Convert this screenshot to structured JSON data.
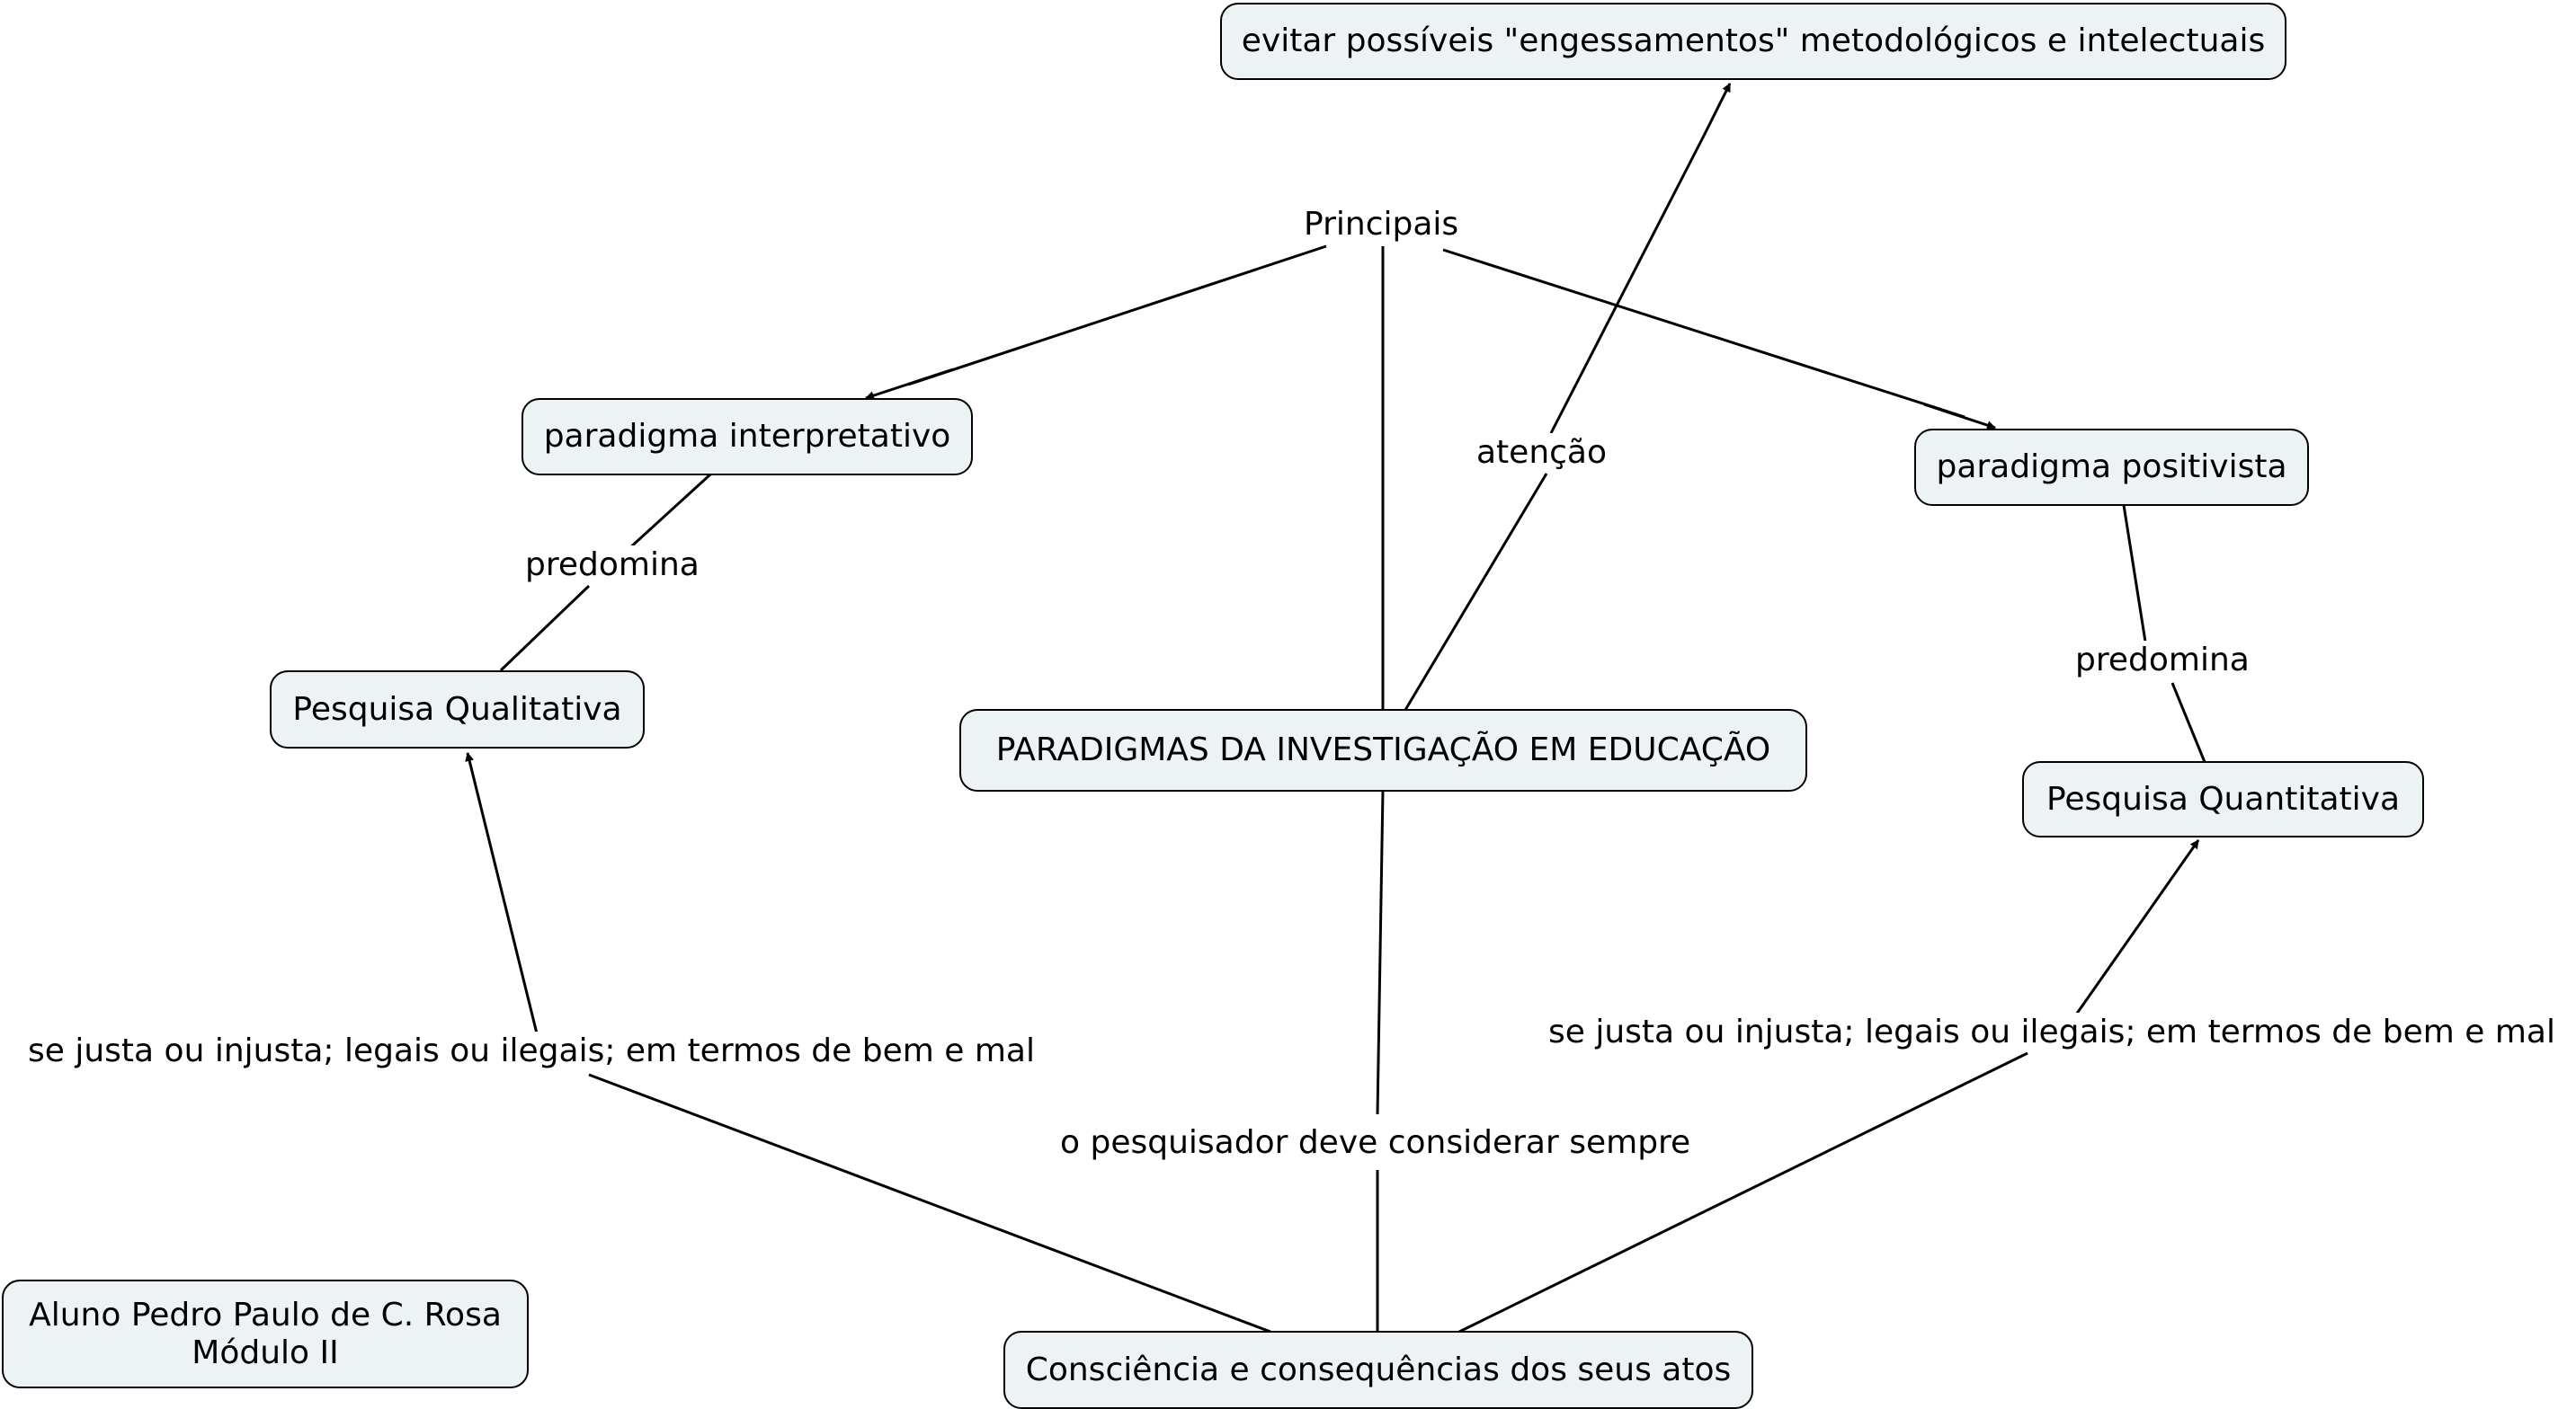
{
  "concepts": {
    "root": "PARADIGMAS DA INVESTIGAÇÃO EM EDUCAÇÃO",
    "top_note": "evitar possíveis \"engessamentos\" metodológicos e intelectuais",
    "interpretativo": "paradigma interpretativo",
    "positivista": "paradigma positivista",
    "qualitativa": "Pesquisa Qualitativa",
    "quantitativa": "Pesquisa Quantitativa",
    "consciencia": "Consciência e consequências dos seus atos",
    "author": "Aluno Pedro Paulo de C. Rosa\nMódulo II"
  },
  "linking_phrases": {
    "principais": "Principais",
    "atencao": "atenção",
    "predomina_left": "predomina",
    "predomina_right": "predomina",
    "considerar": "o pesquisador deve considerar sempre",
    "justa_left": "se justa ou injusta; legais ou ilegais; em termos de bem e mal",
    "justa_right": "se justa ou injusta; legais ou ilegais; em termos de bem e mal"
  },
  "colors": {
    "concept_fill": "#edf3f4",
    "stroke": "#000000",
    "background": "#ffffff"
  }
}
